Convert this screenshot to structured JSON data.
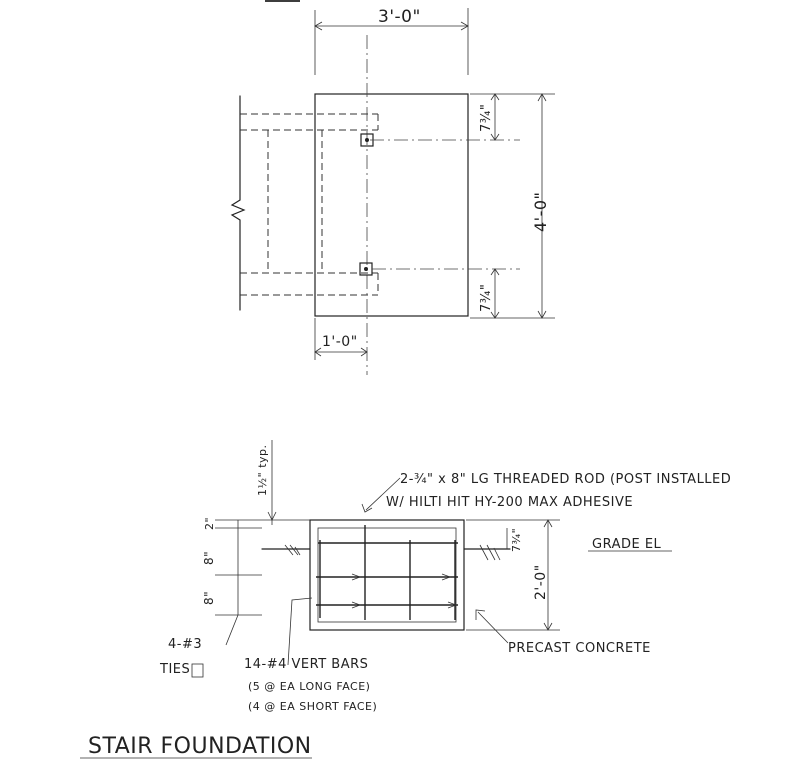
{
  "plan": {
    "width_dim": "3'-0\"",
    "height_dim": "4'-0\"",
    "top_offset_dim": "7¾\"",
    "bottom_offset_dim": "7¾\"",
    "left_offset_dim": "1'-0\""
  },
  "section": {
    "top_dim": "1½\" typ.",
    "left_dims": [
      "2\"",
      "8\"",
      "8\""
    ],
    "right_small_dim": "7¾\"",
    "depth_dim": "2'-0\"",
    "note_rod_line1": "2-¾\" x 8\" LG THREADED ROD (POST INSTALLED",
    "note_rod_line2": "W/ HILTI HIT HY-200 MAX ADHESIVE",
    "grade_label": "GRADE EL",
    "ties_label_line1": "4-#3",
    "ties_label_line2": "TIES",
    "bars_line1": "14-#4 VERT BARS",
    "bars_line2": "(5 @ EA LONG FACE)",
    "bars_line3": "(4 @ EA SHORT FACE)",
    "concrete_label": "PRECAST CONCRETE"
  },
  "title": "STAIR FOUNDATION"
}
